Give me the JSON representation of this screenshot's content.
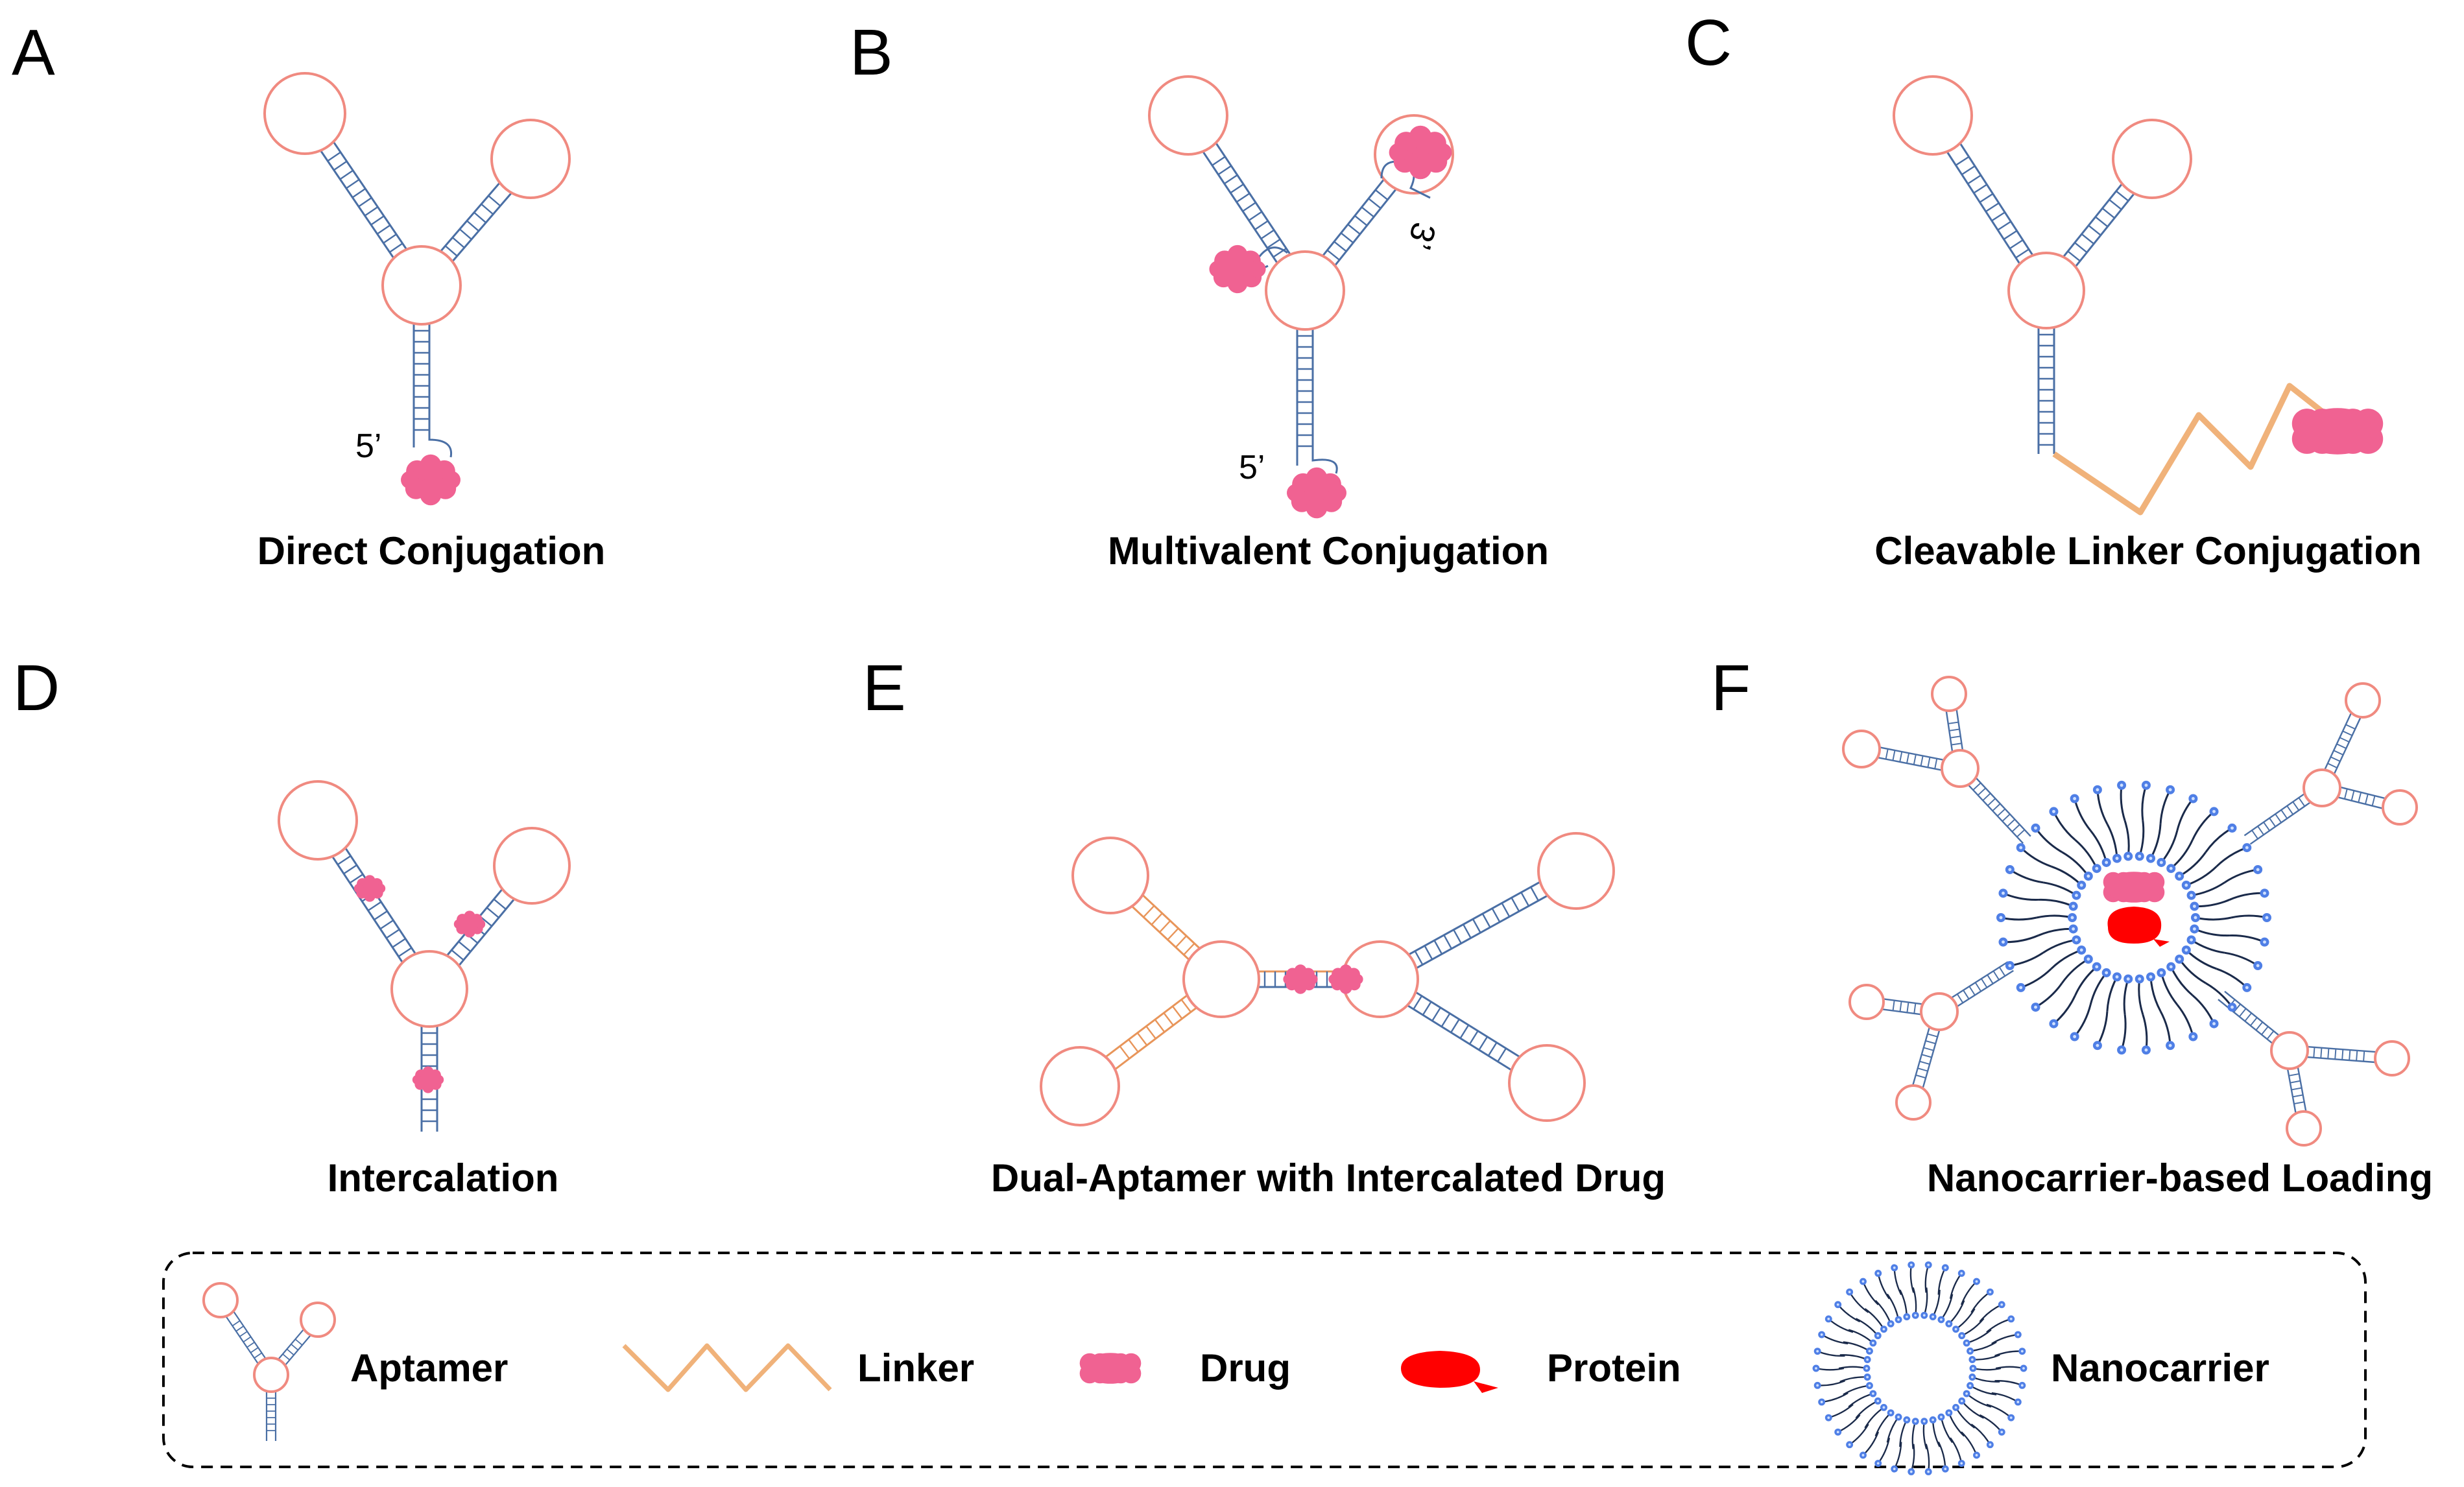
{
  "panels": [
    {
      "letter": "A",
      "caption": "Direct Conjugation"
    },
    {
      "letter": "B",
      "caption": "Multivalent Conjugation"
    },
    {
      "letter": "C",
      "caption": "Cleavable Linker Conjugation"
    },
    {
      "letter": "D",
      "caption": "Intercalation"
    },
    {
      "letter": "E",
      "caption": "Dual-Aptamer with Intercalated Drug"
    },
    {
      "letter": "F",
      "caption": "Nanocarrier-based Loading"
    }
  ],
  "end_labels": {
    "five_prime": "5’",
    "three_prime": "3’"
  },
  "legend": [
    {
      "icon": "aptamer-icon",
      "label": "Aptamer"
    },
    {
      "icon": "linker-icon",
      "label": "Linker"
    },
    {
      "icon": "drug-icon",
      "label": "Drug"
    },
    {
      "icon": "protein-icon",
      "label": "Protein"
    },
    {
      "icon": "nanocarrier-icon",
      "label": "Nanocarrier"
    }
  ],
  "colors": {
    "aptamer_loop": "#f08a80",
    "aptamer_strand": "#4a6fa5",
    "second_aptamer_strand": "#e8955a",
    "linker": "#f0b27a",
    "drug": "#f06292",
    "protein": "#ff0000",
    "nanocarrier_head": "#4f7fe6",
    "nanocarrier_tail": "#1a2a4a"
  }
}
